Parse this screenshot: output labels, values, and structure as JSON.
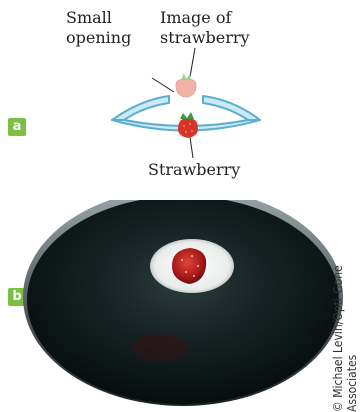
{
  "panel_a": {
    "badge": "a",
    "labels": {
      "opening_line1": "Small",
      "opening_line2": "opening",
      "image_line1": "Image of",
      "image_line2": "strawberry",
      "strawberry": "Strawberry"
    }
  },
  "panel_b": {
    "badge": "b"
  },
  "credit": {
    "line1": "© Michael Levin/Opti-Gone",
    "line2": "Associates"
  },
  "colors": {
    "badge": "#7bc043",
    "mirror_fill": "#cde9f5",
    "mirror_stroke": "#5aaed0",
    "strawberry": "#d9342b",
    "image_strawberry": "#f2b3a6",
    "leaf": "#3d9a3a"
  }
}
